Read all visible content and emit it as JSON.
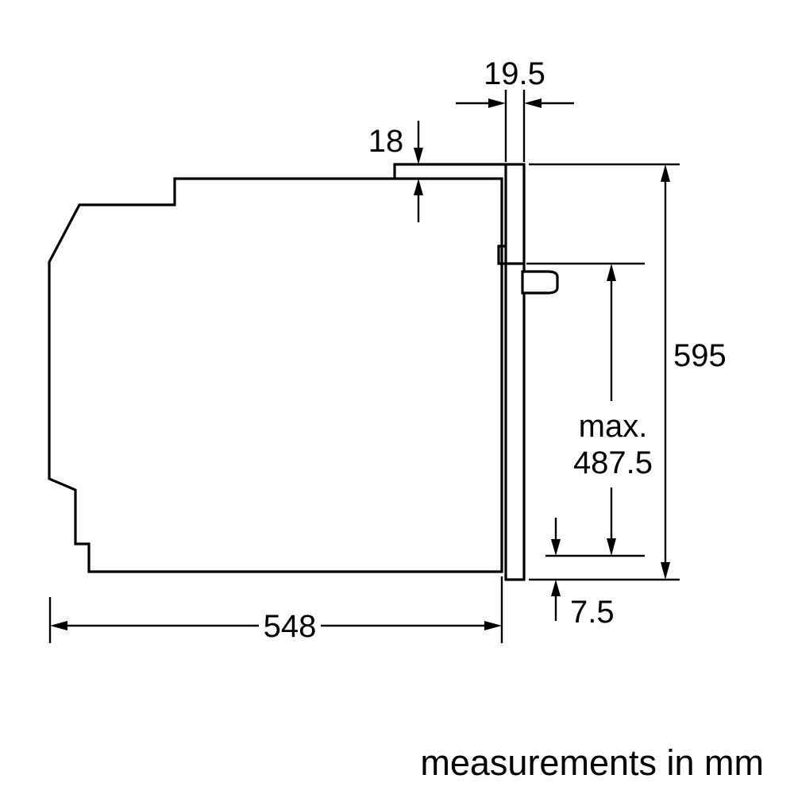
{
  "diagram": {
    "footer_note": "measurements in mm",
    "colors": {
      "line": "#000000",
      "background": "#ffffff"
    },
    "dimensions": {
      "door_panel_thickness": {
        "value": "19.5"
      },
      "top_overhang": {
        "value": "18"
      },
      "overall_height": {
        "value": "595"
      },
      "max_height": {
        "prefix": "max.",
        "value": "487.5"
      },
      "bottom_clearance": {
        "value": "7.5"
      },
      "body_depth": {
        "value": "548"
      }
    }
  }
}
